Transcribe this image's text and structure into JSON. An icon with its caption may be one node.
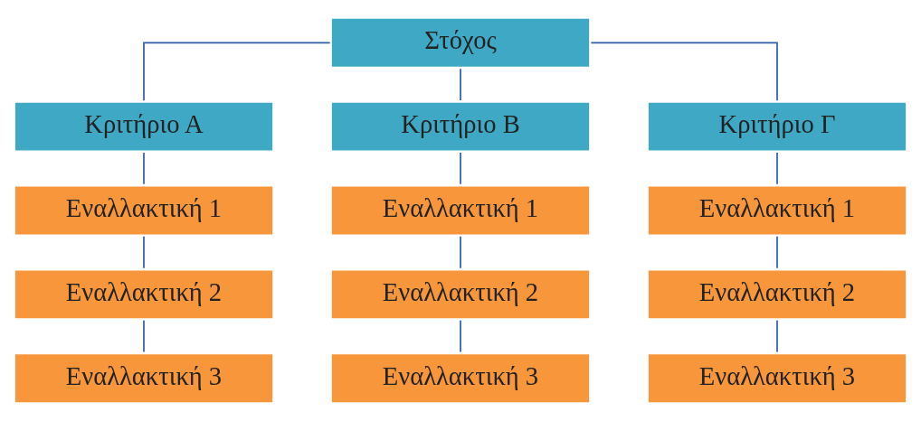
{
  "diagram": {
    "nodes": [
      {
        "text": [
          "Στόχος"
        ]
      },
      {
        "text": [
          "Κριτήριο Α"
        ]
      },
      {
        "text": [
          "Κριτήριο Β"
        ]
      },
      {
        "text": [
          "Κριτήριο Γ"
        ]
      },
      {
        "text": [
          "Εναλλακτική 1"
        ]
      },
      {
        "text": [
          "Εναλλακτική 1"
        ]
      },
      {
        "text": [
          "Εναλλακτική 1"
        ]
      },
      {
        "text": [
          "Εναλλακτική 2"
        ]
      },
      {
        "text": [
          "Εναλλακτική 2"
        ]
      },
      {
        "text": [
          "Εναλλακτική 2"
        ]
      },
      {
        "text": [
          "Εναλλακτική 3"
        ]
      },
      {
        "text": [
          "Εναλλακτική 3"
        ]
      },
      {
        "text": [
          "Εναλλακτική 3"
        ]
      }
    ],
    "edges": [
      {
        "from": 0,
        "to": 1,
        "arrow": "none"
      },
      {
        "from": 0,
        "to": 2,
        "arrow": "none"
      },
      {
        "from": 0,
        "to": 3,
        "arrow": "none"
      },
      {
        "from": 1,
        "to": 4,
        "arrow": "none"
      },
      {
        "from": 4,
        "to": 7,
        "arrow": "none"
      },
      {
        "from": 7,
        "to": 10,
        "arrow": "none"
      },
      {
        "from": 2,
        "to": 5,
        "arrow": "none"
      },
      {
        "from": 5,
        "to": 8,
        "arrow": "none"
      },
      {
        "from": 8,
        "to": 11,
        "arrow": "none"
      },
      {
        "from": 3,
        "to": 6,
        "arrow": "none"
      },
      {
        "from": 6,
        "to": 9,
        "arrow": "none"
      },
      {
        "from": 9,
        "to": 12,
        "arrow": "none"
      }
    ]
  }
}
